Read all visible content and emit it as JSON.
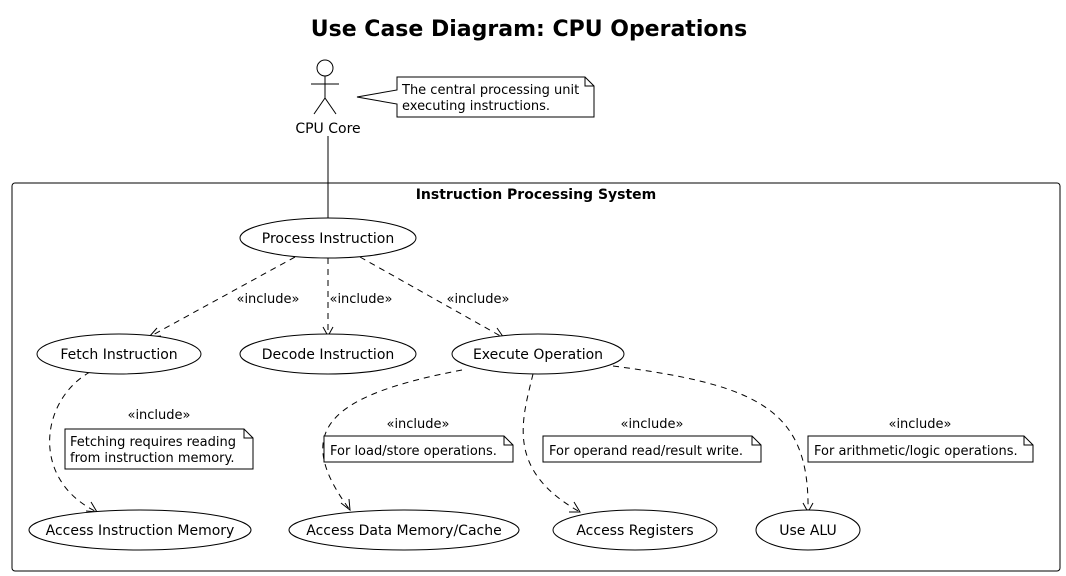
{
  "title": "Use Case Diagram: CPU Operations",
  "actor": {
    "name": "CPU Core",
    "note": [
      "The central processing unit",
      "executing instructions."
    ]
  },
  "system": {
    "name": "Instruction Processing System"
  },
  "use_cases": {
    "process": "Process Instruction",
    "fetch": "Fetch Instruction",
    "decode": "Decode Instruction",
    "execute": "Execute Operation",
    "instr_mem": "Access Instruction Memory",
    "data_mem": "Access Data Memory/Cache",
    "registers": "Access Registers",
    "alu": "Use ALU"
  },
  "relations": {
    "include": "«include»"
  },
  "notes": {
    "fetch": [
      "Fetching requires reading",
      "from instruction memory."
    ],
    "data_mem": [
      "For load/store operations."
    ],
    "registers": [
      "For operand read/result write."
    ],
    "alu": [
      "For arithmetic/logic operations."
    ]
  }
}
